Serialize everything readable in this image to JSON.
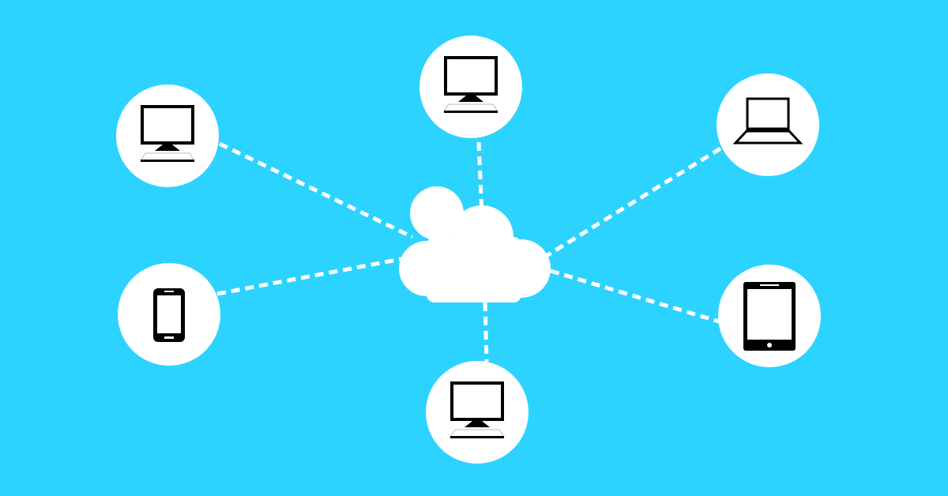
{
  "colors": {
    "background": "#2DD3FF",
    "node_fill": "#FFFFFF",
    "link": "#FFFFFF",
    "device": "#000000"
  },
  "hub": {
    "icon": "cloud-icon"
  },
  "nodes": [
    {
      "id": "top-left",
      "device": "desktop-monitor-icon"
    },
    {
      "id": "top-center",
      "device": "desktop-monitor-icon"
    },
    {
      "id": "top-right",
      "device": "laptop-icon"
    },
    {
      "id": "left",
      "device": "smartphone-icon"
    },
    {
      "id": "right",
      "device": "tablet-icon"
    },
    {
      "id": "bottom",
      "device": "desktop-monitor-icon"
    }
  ]
}
